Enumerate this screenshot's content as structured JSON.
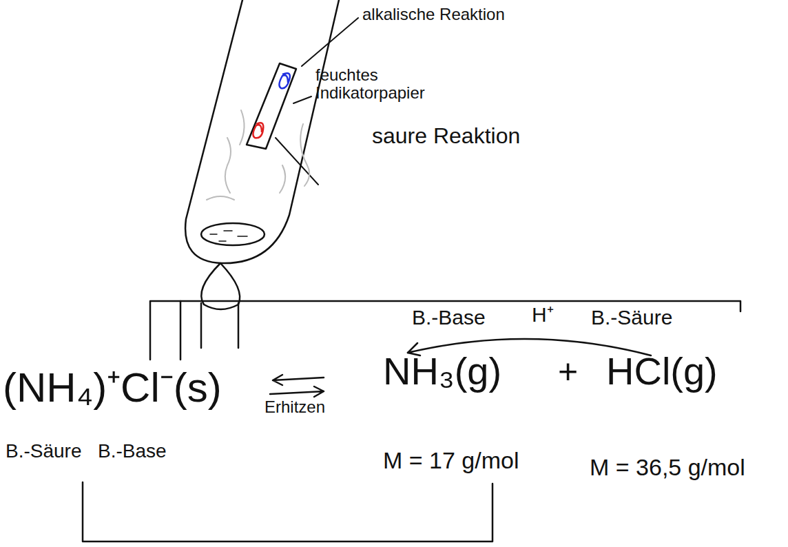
{
  "diagram": {
    "labels": [
      "alkalische Reaktion",
      "feuchtes Indikatorpapier",
      "saure Reaktion",
      "B.-Base",
      "H⁺",
      "B.-Säure",
      "(NH₄)⁺Cl⁻(s)",
      "Erhitzen",
      "NH₃(g)",
      "+",
      "HCl(g)",
      "B.-Säure",
      "B.-Base",
      "M = 17 g/mol",
      "M = 36,5 g/mol"
    ]
  }
}
